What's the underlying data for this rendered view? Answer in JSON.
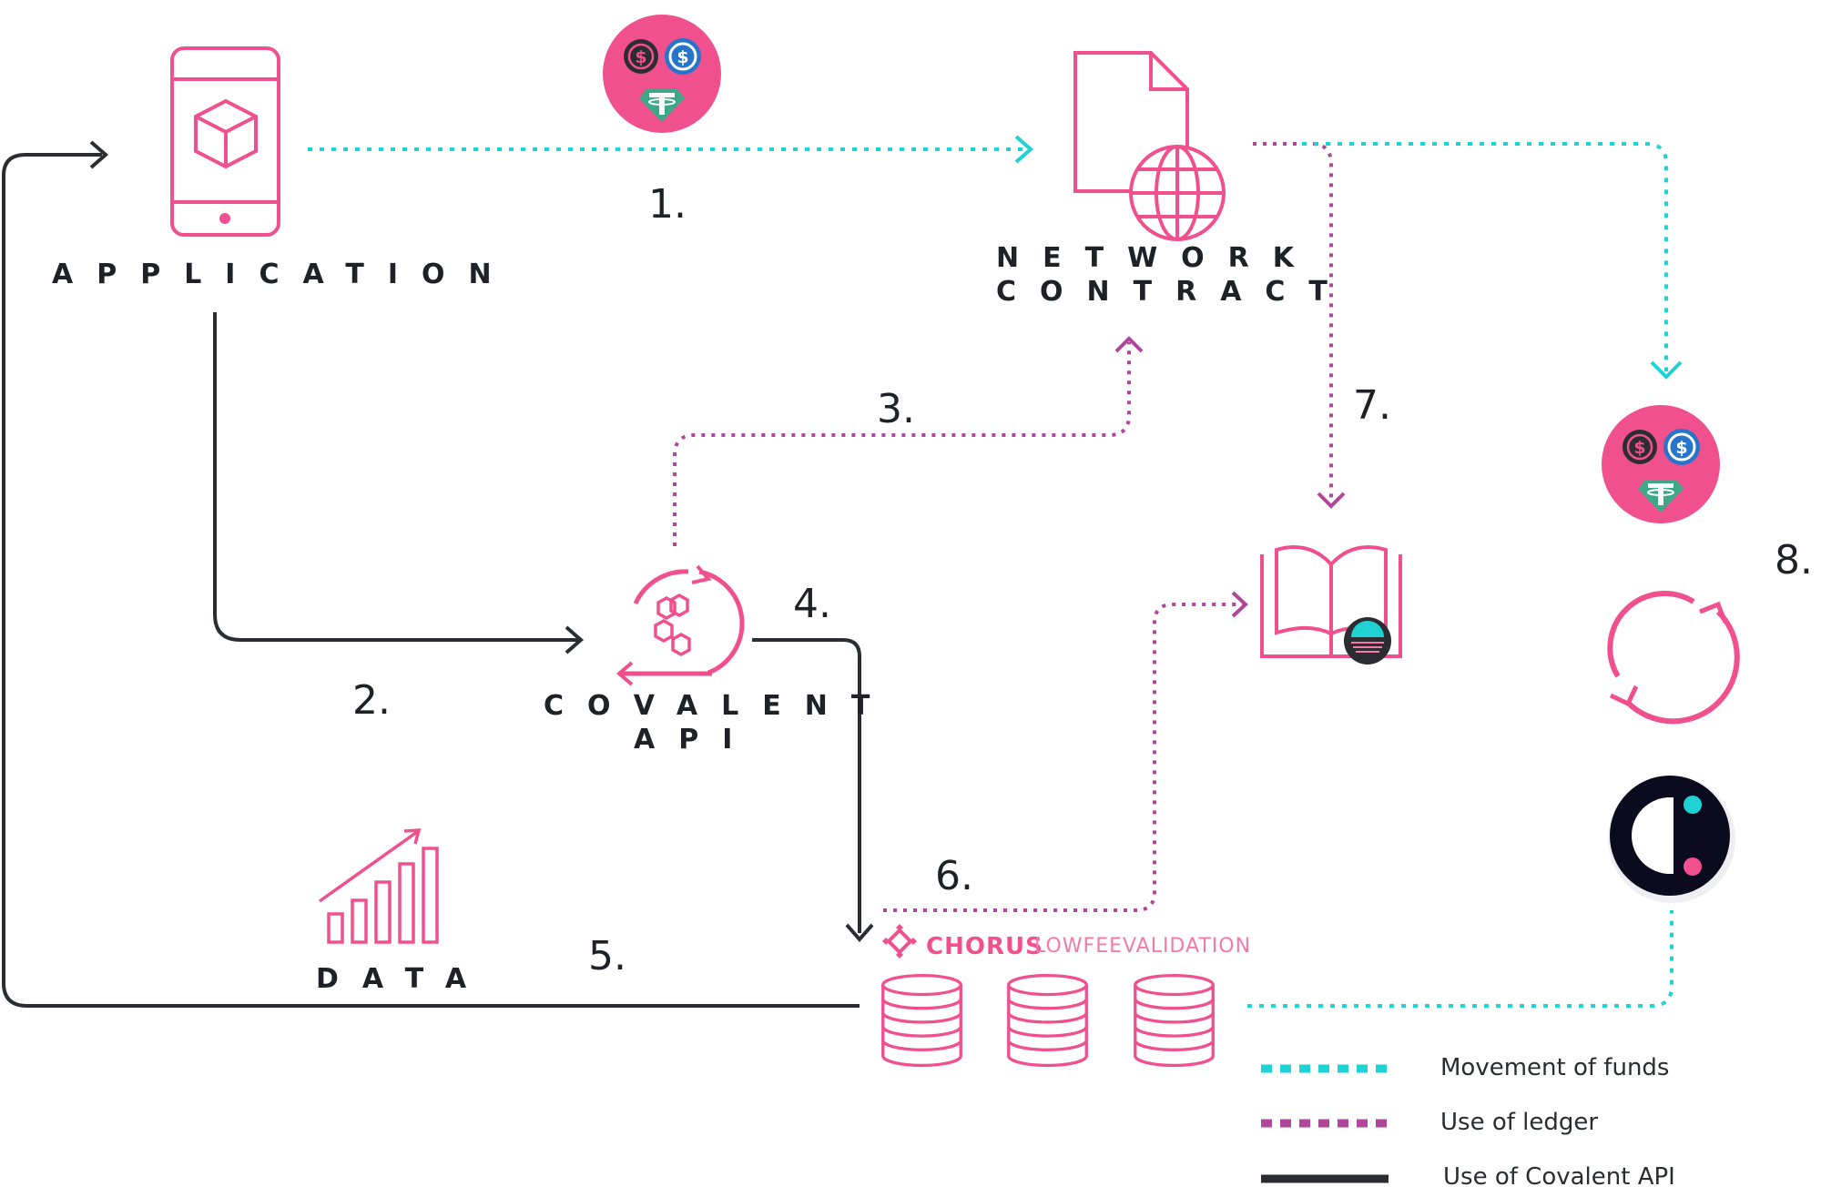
{
  "colors": {
    "pink": "#f0508e",
    "pink_light": "#f47aa7",
    "teal": "#1fd3d4",
    "purple": "#b0479b",
    "dark": "#2b2d33",
    "navy": "#0c0a1f",
    "usdc_blue": "#2775ca",
    "tether_green": "#3da886"
  },
  "nodes": {
    "application": "APPLICATION",
    "network_contract_line1": "NETWORK",
    "network_contract_line2": "CONTRACT",
    "covalent_line1": "COVALENT",
    "covalent_line2": "API",
    "data": "DATA",
    "chorus_brand": "CHORUS",
    "chorus_sub": "LOWFEEVALIDATION"
  },
  "steps": {
    "s1": "1.",
    "s2": "2.",
    "s3": "3.",
    "s4": "4.",
    "s5": "5.",
    "s6": "6.",
    "s7": "7.",
    "s8": "8."
  },
  "legend": [
    {
      "label": "Movement of funds",
      "style": "teal-dotted"
    },
    {
      "label": "Use of ledger",
      "style": "purple-dotted"
    },
    {
      "label": "Use of Covalent API",
      "style": "dark-solid"
    }
  ],
  "icons": {
    "application": "smartphone-cube-icon",
    "stablecoins": "stablecoin-badge-icon",
    "network_contract": "document-globe-icon",
    "covalent": "covalent-refresh-icon",
    "ledger": "open-book-icon",
    "data": "bar-chart-growth-icon",
    "chorus": "chorus-logo-icon",
    "database": "database-icon",
    "exchange": "circular-arrows-icon",
    "app_logo": "dark-circle-logo-icon"
  }
}
